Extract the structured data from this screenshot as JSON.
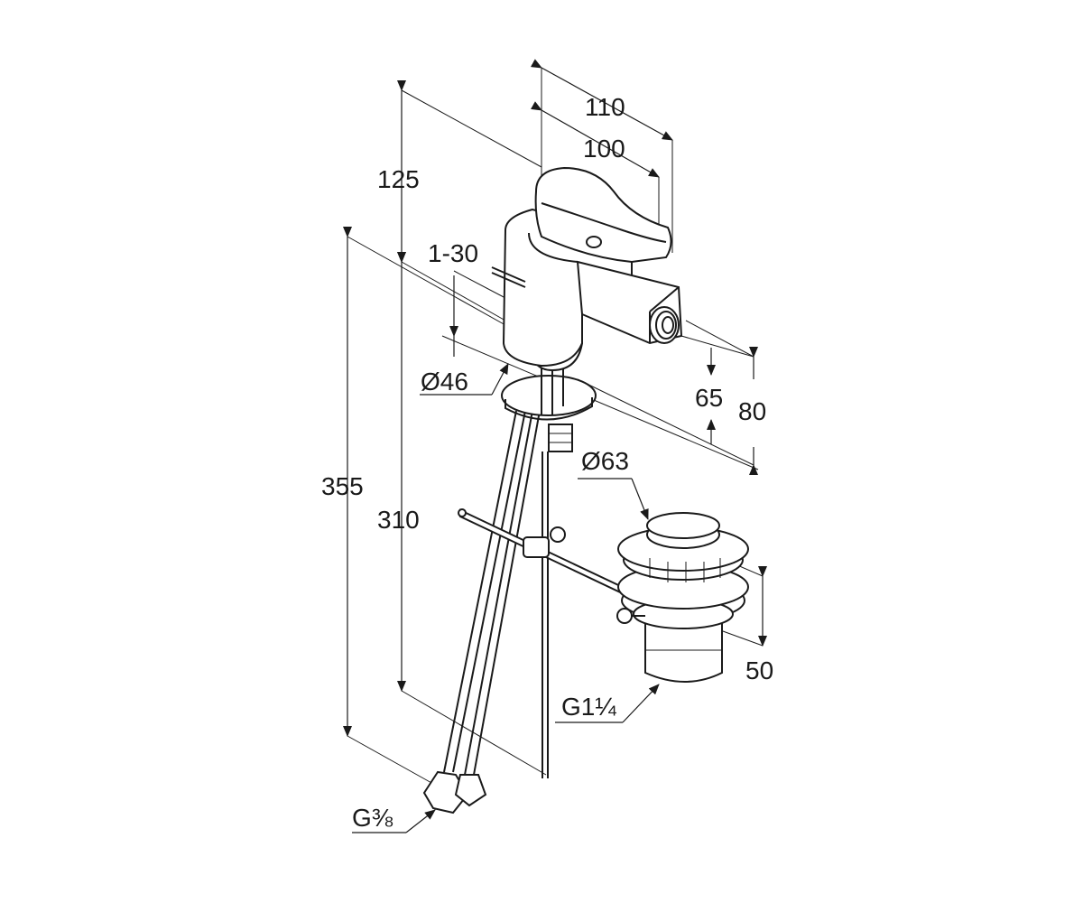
{
  "dimensions": {
    "d110": "110",
    "d100": "100",
    "d125": "125",
    "d1_30": "1-30",
    "d355": "355",
    "d310": "310",
    "dia46": "Ø46",
    "d65": "65",
    "d80": "80",
    "dia63": "Ø63",
    "d50": "50",
    "g114": "G1¼",
    "g38": "G⅜"
  },
  "colors": {
    "line": "#1a1a1a",
    "background": "#ffffff"
  }
}
